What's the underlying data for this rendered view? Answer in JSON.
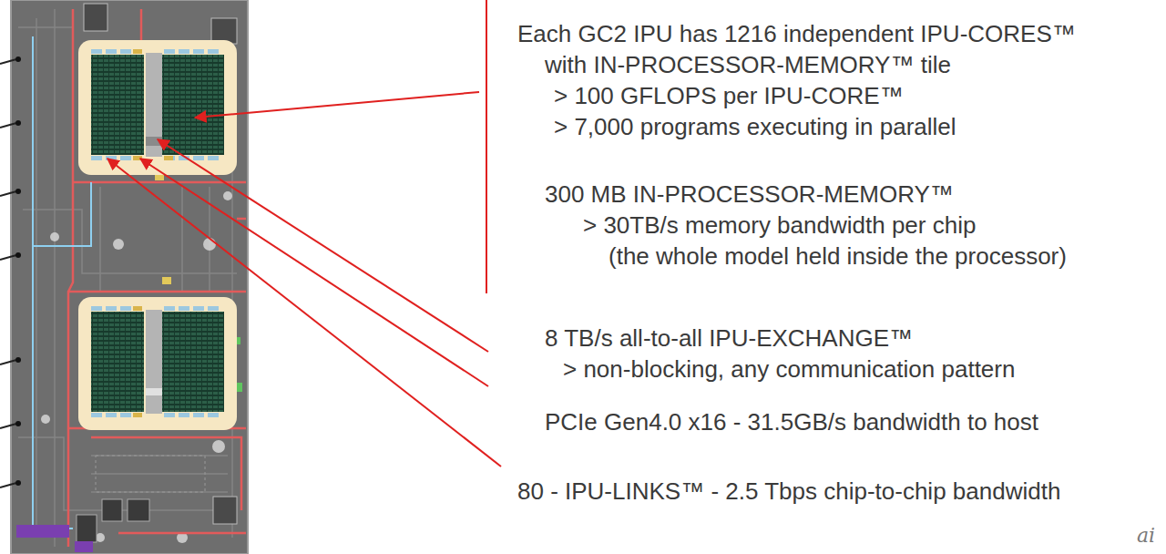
{
  "diagram": {
    "labels": [
      "Each GC2 IPU has 1216 independent IPU-CORES™",
      "with IN-PROCESSOR-MEMORY™ tile",
      "> 100 GFLOPS per IPU-CORE™",
      "> 7,000 programs executing in parallel",
      "300 MB IN-PROCESSOR-MEMORY™",
      "> 30TB/s memory bandwidth per chip",
      "(the whole model held inside the processor)",
      "8 TB/s all-to-all IPU-EXCHANGE™",
      "> non-blocking, any communication pattern",
      "PCIe Gen4.0 x16 - 31.5GB/s bandwidth to host",
      "80 - IPU-LINKS™ - 2.5 Tbps chip-to-chip bandwidth",
      "ai"
    ]
  }
}
